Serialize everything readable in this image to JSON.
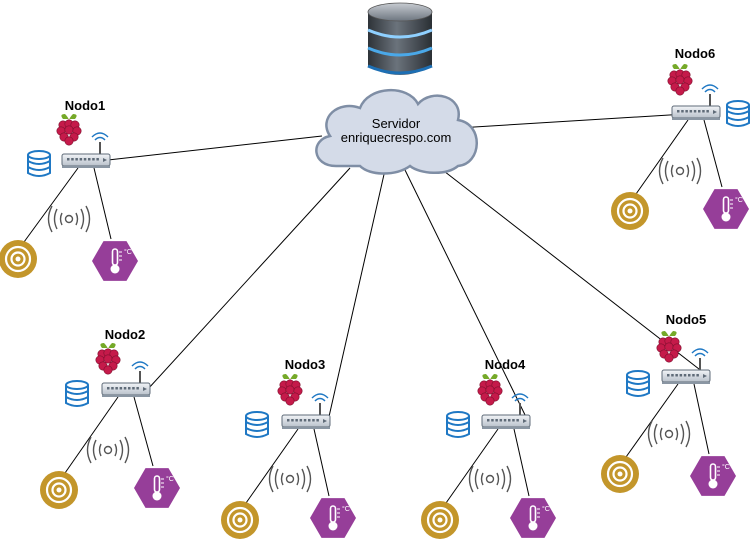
{
  "server": {
    "line1": "Servidor",
    "line2": "enriquecrespo.com",
    "icon": "database-server-icon",
    "cloud_fill": "#d4dbe8",
    "cloud_stroke": "#7f8ea5"
  },
  "nodes": [
    {
      "id": "nodo1",
      "label": "Nodo1"
    },
    {
      "id": "nodo2",
      "label": "Nodo2"
    },
    {
      "id": "nodo3",
      "label": "Nodo3"
    },
    {
      "id": "nodo4",
      "label": "Nodo4"
    },
    {
      "id": "nodo5",
      "label": "Nodo5"
    },
    {
      "id": "nodo6",
      "label": "Nodo6"
    }
  ],
  "icons": {
    "raspberry": "raspberry-pi-icon",
    "router": "router-icon",
    "database": "database-icon",
    "wireless": "wireless-signal-icon",
    "sensor": "sensor-icon",
    "temperature": "temperature-sensor-icon",
    "temperature_unit": "°C"
  },
  "colors": {
    "raspberry": "#c51a4a",
    "leaf": "#75a928",
    "router_body": "#dfe4ea",
    "database": "#1f78c4",
    "sensor": "#c3962b",
    "temperature": "#963e99",
    "line": "#000000"
  }
}
